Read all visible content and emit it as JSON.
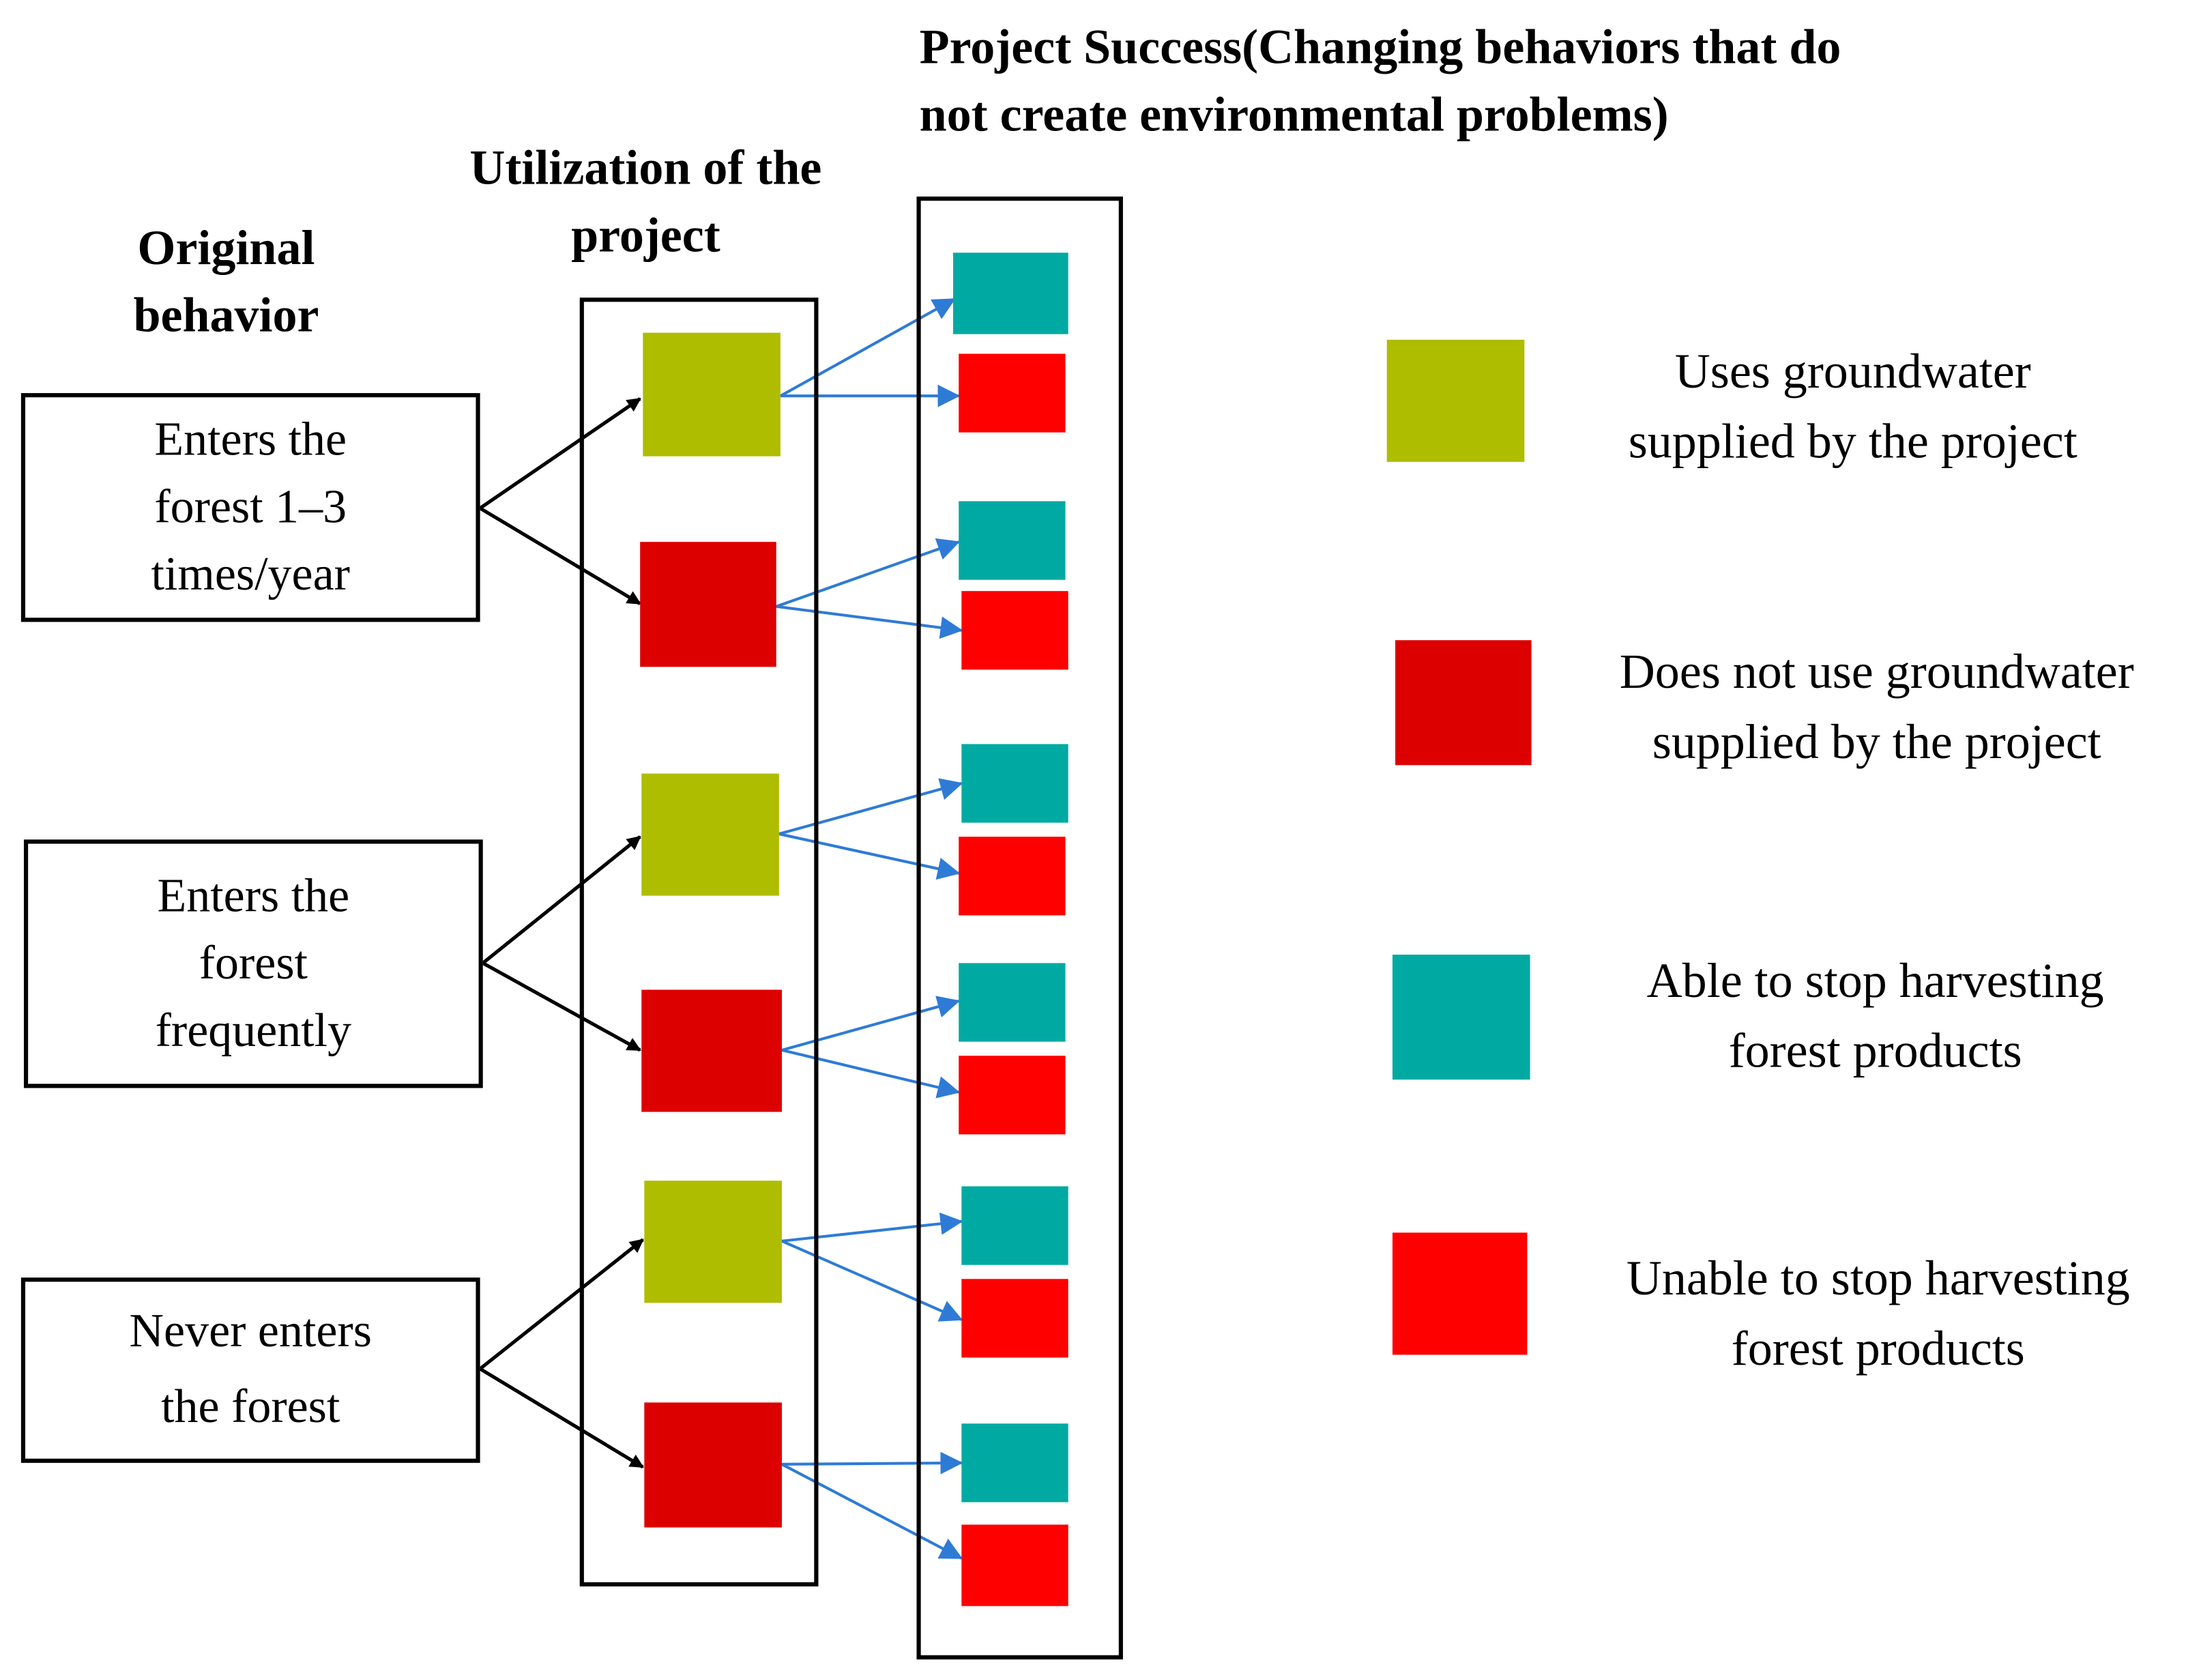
{
  "headers": {
    "original": [
      "Original",
      "behavior"
    ],
    "utilization": [
      "Utilization  of the",
      "project"
    ],
    "success": [
      "Project Success(Changing behaviors that do",
      "not create environmental problems)"
    ]
  },
  "behaviors": [
    {
      "lines": [
        "Enters the",
        "forest 1–3",
        "times/year"
      ]
    },
    {
      "lines": [
        "Enters the",
        "forest",
        "frequently"
      ]
    },
    {
      "lines": [
        "Never enters",
        "the forest"
      ]
    }
  ],
  "legend": [
    {
      "color": "#afbd00",
      "lines": [
        "Uses groundwater",
        "supplied by the project"
      ]
    },
    {
      "color": "#dd0000",
      "lines": [
        "Does not use groundwater",
        "supplied by the project"
      ]
    },
    {
      "color": "#00aaa2",
      "lines": [
        "Able to stop harvesting",
        "forest products"
      ]
    },
    {
      "color": "#ff0000",
      "lines": [
        "Unable to stop harvesting",
        "forest products"
      ]
    }
  ],
  "colors": {
    "uses": "#afbd00",
    "not_uses": "#dd0000",
    "able": "#00aaa2",
    "unable": "#ff0000",
    "black_arrow": "#000000",
    "blue_arrow": "#2e7bd6"
  }
}
